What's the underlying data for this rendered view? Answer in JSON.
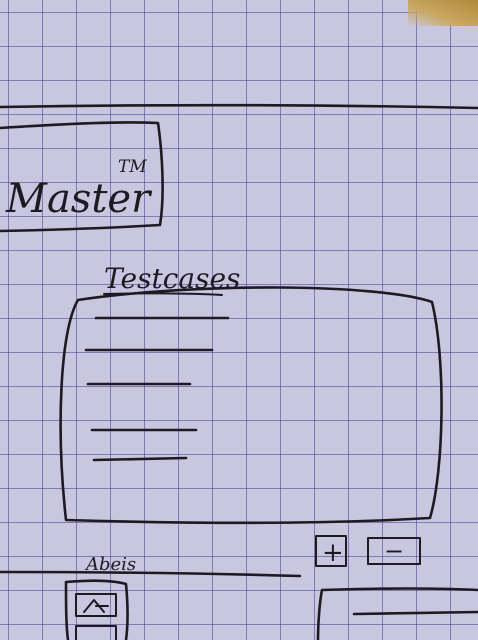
{
  "brand": {
    "logo_text": "Master",
    "trademark": "TM"
  },
  "testcases": {
    "title": "Testcases",
    "item_count": 5
  },
  "buttons": {
    "add_glyph": "+",
    "remove_glyph": "−"
  },
  "lower_section": {
    "title": "Abeis"
  }
}
